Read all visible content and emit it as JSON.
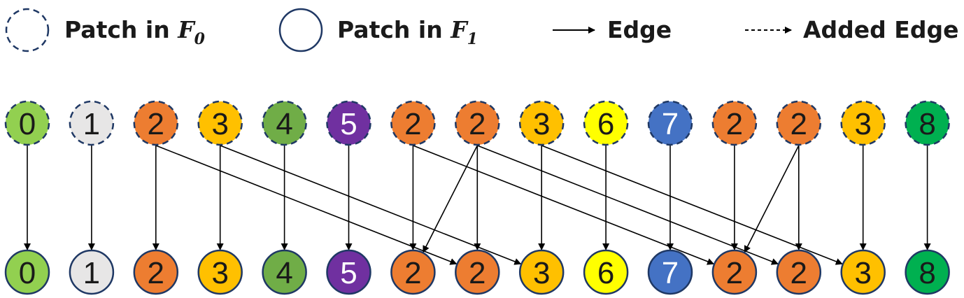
{
  "legend": {
    "f0_label": "Patch in ",
    "f0_math": "F",
    "f0_sub": "0",
    "f1_label": "Patch in ",
    "f1_math": "F",
    "f1_sub": "1",
    "edge_label": "Edge",
    "added_edge_label": "Added Edge"
  },
  "colors": {
    "outline": "#1f3864",
    "arrow": "#000000"
  },
  "nodes": [
    {
      "label": "0",
      "fill": "#92d050",
      "text": "#1a1a1a"
    },
    {
      "label": "1",
      "fill": "#e7e6e6",
      "text": "#1a1a1a"
    },
    {
      "label": "2",
      "fill": "#ed7d31",
      "text": "#1a1a1a"
    },
    {
      "label": "3",
      "fill": "#ffc000",
      "text": "#1a1a1a"
    },
    {
      "label": "4",
      "fill": "#70ad47",
      "text": "#1a1a1a"
    },
    {
      "label": "5",
      "fill": "#7030a0",
      "text": "#ffffff"
    },
    {
      "label": "2",
      "fill": "#ed7d31",
      "text": "#1a1a1a"
    },
    {
      "label": "2",
      "fill": "#ed7d31",
      "text": "#1a1a1a"
    },
    {
      "label": "3",
      "fill": "#ffc000",
      "text": "#1a1a1a"
    },
    {
      "label": "6",
      "fill": "#ffff00",
      "text": "#1a1a1a"
    },
    {
      "label": "7",
      "fill": "#4472c4",
      "text": "#ffffff"
    },
    {
      "label": "2",
      "fill": "#ed7d31",
      "text": "#1a1a1a"
    },
    {
      "label": "2",
      "fill": "#ed7d31",
      "text": "#1a1a1a"
    },
    {
      "label": "3",
      "fill": "#ffc000",
      "text": "#1a1a1a"
    },
    {
      "label": "8",
      "fill": "#00b050",
      "text": "#1a1a1a"
    }
  ],
  "edges": [
    [
      0,
      0
    ],
    [
      1,
      1
    ],
    [
      2,
      2
    ],
    [
      3,
      3
    ],
    [
      4,
      4
    ],
    [
      5,
      5
    ],
    [
      6,
      6
    ],
    [
      7,
      7
    ],
    [
      8,
      8
    ],
    [
      9,
      9
    ],
    [
      10,
      10
    ],
    [
      11,
      11
    ],
    [
      12,
      12
    ],
    [
      13,
      13
    ],
    [
      14,
      14
    ],
    [
      2,
      7
    ],
    [
      3,
      8
    ],
    [
      7,
      6
    ],
    [
      6,
      11
    ],
    [
      8,
      13
    ],
    [
      12,
      11
    ],
    [
      7,
      12
    ]
  ]
}
